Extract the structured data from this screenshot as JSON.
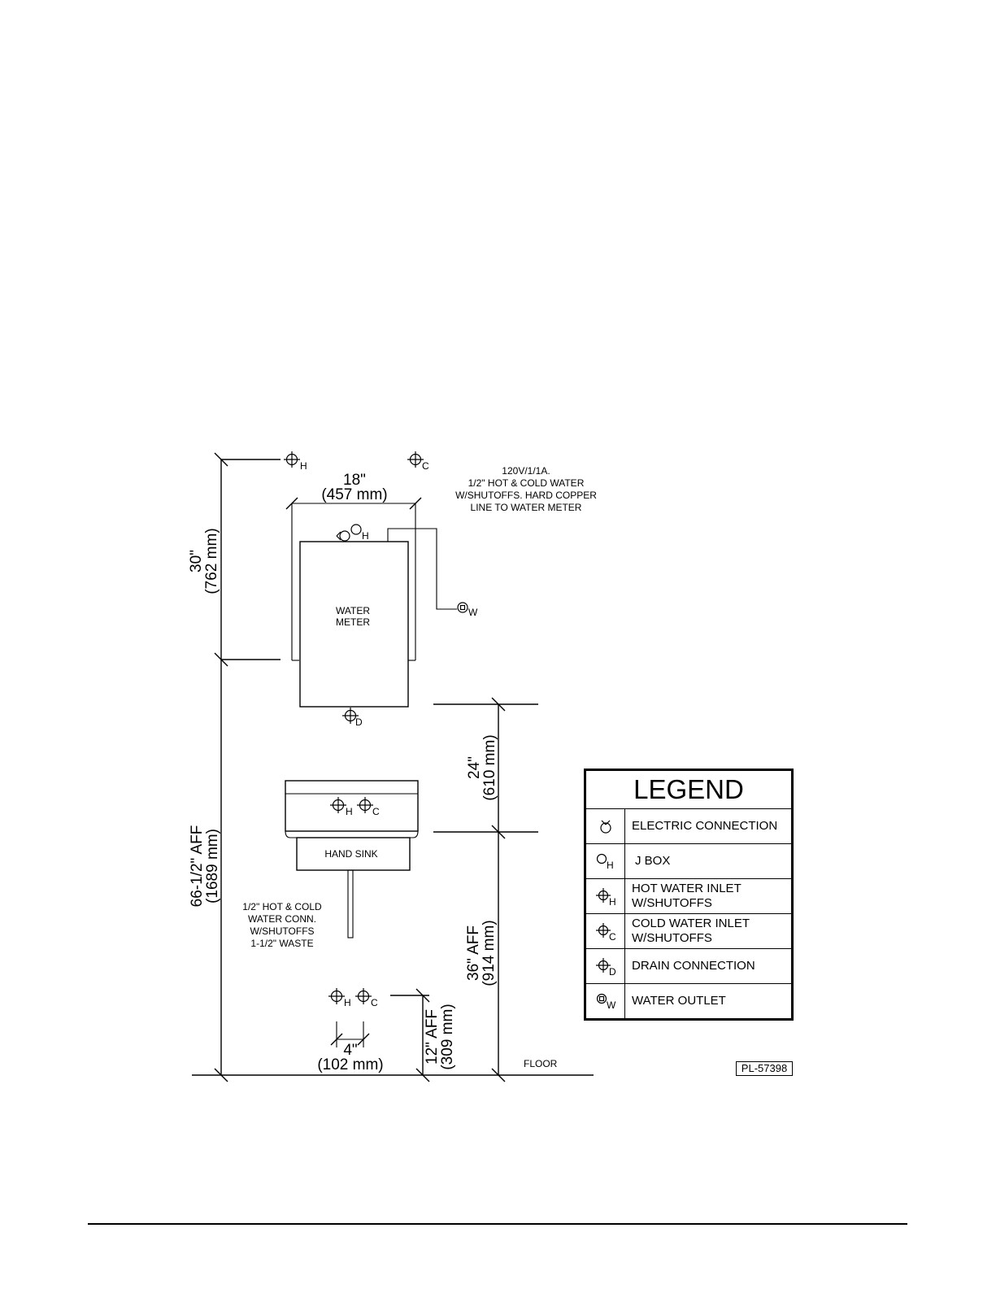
{
  "notes": {
    "electric": [
      "120V/1/1A.",
      "1/2\" HOT & COLD WATER",
      "W/SHUTOFFS. HARD COPPER",
      "LINE TO WATER METER"
    ],
    "sink_conn": [
      "1/2\" HOT & COLD",
      "WATER CONN.",
      "W/SHUTOFFS",
      "1-1/2\" WASTE"
    ]
  },
  "labels": {
    "water_meter": [
      "WATER",
      "METER"
    ],
    "hand_sink": "HAND SINK",
    "floor": "FLOOR"
  },
  "dimensions": {
    "width_top": [
      "18\"",
      "(457 mm)"
    ],
    "height_30": [
      "30\"",
      "(762 mm)"
    ],
    "height_66": [
      "66-1/2\" AFF",
      "(1689 mm)"
    ],
    "height_24": [
      "24\"",
      "(610 mm)"
    ],
    "height_36": [
      "36\" AFF",
      "(914 mm)"
    ],
    "height_12": [
      "12\" AFF",
      "(309 mm)"
    ],
    "width_4": [
      "4\"",
      "(102 mm)"
    ]
  },
  "subscripts": {
    "hot": "H",
    "cold": "C",
    "drain": "D",
    "outlet": "W"
  },
  "legend": {
    "title": "LEGEND",
    "items": [
      {
        "icon": "electric-connection-icon",
        "label": "ELECTRIC CONNECTION"
      },
      {
        "icon": "j-box-icon",
        "sub": "H",
        "label": "J BOX"
      },
      {
        "icon": "hot-water-inlet-icon",
        "sub": "H",
        "label": "HOT WATER INLET\nW/SHUTOFFS"
      },
      {
        "icon": "cold-water-inlet-icon",
        "sub": "C",
        "label": "COLD WATER INLET\nW/SHUTOFFS"
      },
      {
        "icon": "drain-connection-icon",
        "sub": "D",
        "label": "DRAIN  CONNECTION"
      },
      {
        "icon": "water-outlet-icon",
        "sub": "W",
        "label": "WATER OUTLET"
      }
    ]
  },
  "plan_number": "PL-57398"
}
